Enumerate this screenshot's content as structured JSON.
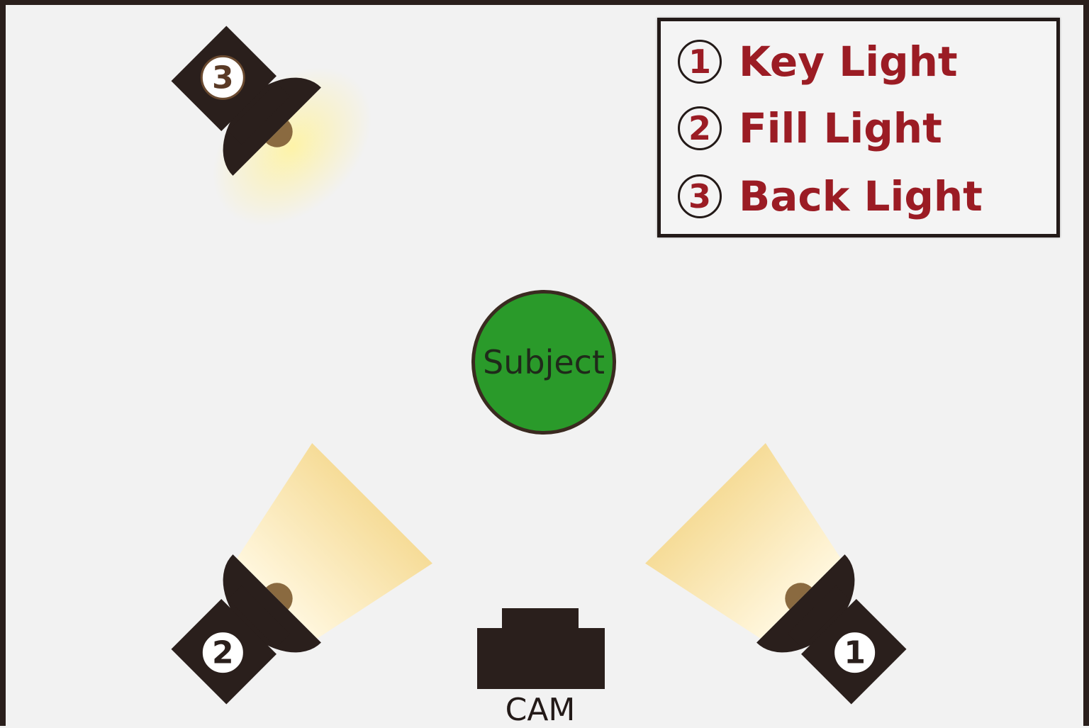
{
  "legend": {
    "items": [
      {
        "number": "1",
        "label": "Key Light"
      },
      {
        "number": "2",
        "label": "Fill Light"
      },
      {
        "number": "3",
        "label": "Back Light"
      }
    ]
  },
  "subject": {
    "label": "Subject"
  },
  "camera": {
    "label": "CAM"
  },
  "lights": [
    {
      "number": "1",
      "name": "key-light"
    },
    {
      "number": "2",
      "name": "fill-light"
    },
    {
      "number": "3",
      "name": "back-light"
    }
  ],
  "colors": {
    "label_red": "#9b1c24",
    "subject_green": "#2a9a2a",
    "fixture_dark": "#2a1f1c",
    "beam": "#f8e2a6"
  }
}
